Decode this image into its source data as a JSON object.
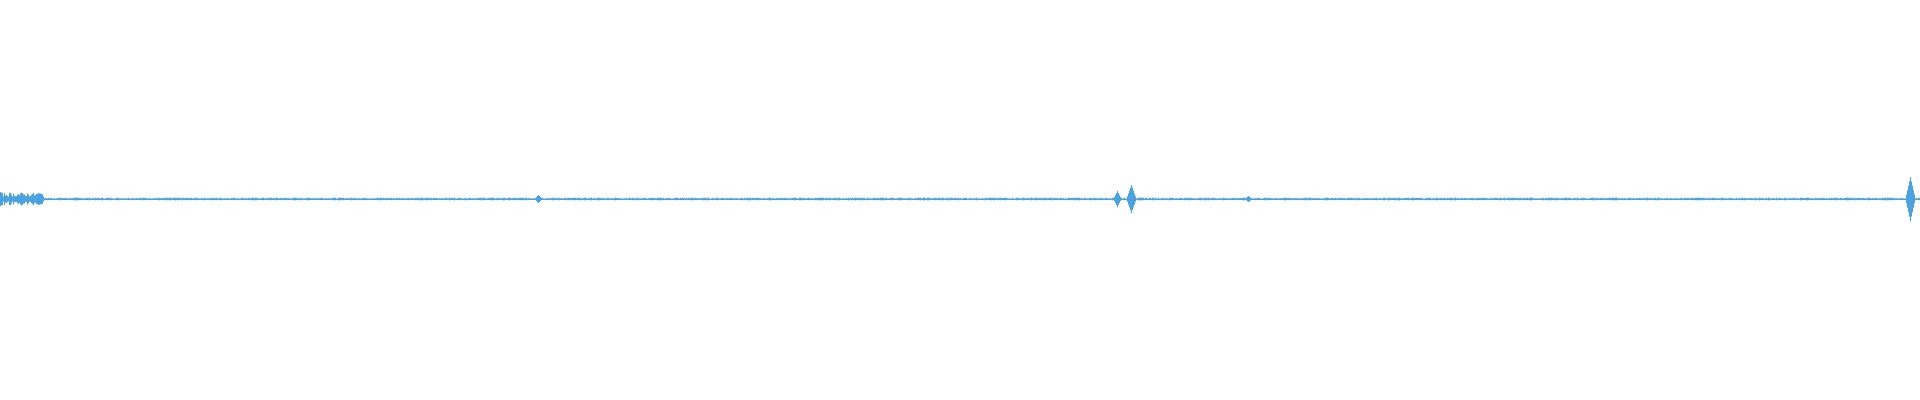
{
  "waveform": {
    "color": "#4aa3df",
    "background": "#ffffff",
    "duration_fraction_markers": [
      {
        "position": 0.0,
        "level": 0.035
      },
      {
        "position": 0.02,
        "level": 0.03
      },
      {
        "position": 0.28,
        "level": 0.02
      },
      {
        "position": 0.582,
        "level": 0.04
      },
      {
        "position": 0.589,
        "level": 0.07
      },
      {
        "position": 0.65,
        "level": 0.015
      },
      {
        "position": 0.995,
        "level": 0.11
      }
    ],
    "noise_level": 0.006
  }
}
